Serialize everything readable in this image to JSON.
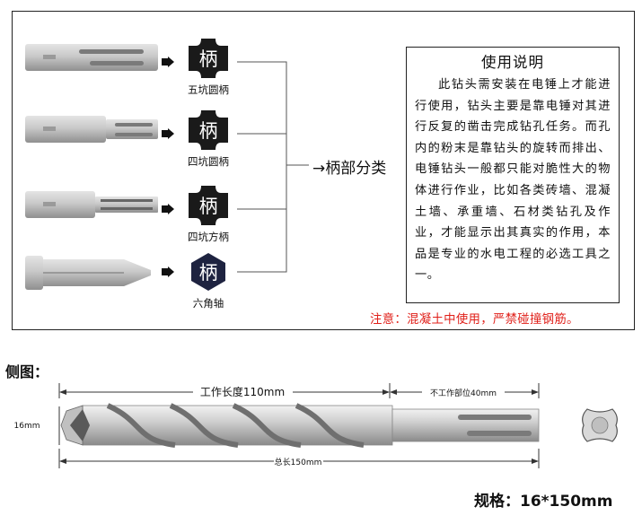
{
  "shank_types": [
    {
      "badge_char": "柄",
      "label": "五坑圆柄"
    },
    {
      "badge_char": "柄",
      "label": "四坑圆柄"
    },
    {
      "badge_char": "柄",
      "label": "四坑方柄"
    },
    {
      "badge_char": "柄",
      "label": "六角轴"
    }
  ],
  "category_label": "→柄部分类",
  "instructions": {
    "title": "使用说明",
    "body": "此钻头需安装在电锤上才能进行使用，钻头主要是靠电锤对其进行反复的凿击完成钻孔任务。而孔内的粉末是靠钻头的旋转而排出、电锤钻头一般都只能对脆性大的物体进行作业，比如各类砖墙、混凝土墙、承重墙、石材类钻孔及作业，才能显示出其真实的作用，本品是专业的水电工程的必选工具之一。"
  },
  "warning": "注意：混凝土中使用，严禁碰撞钢筋。",
  "side_view": {
    "title": "侧图：",
    "working_length": "工作长度110mm",
    "non_working": "不工作部位40mm",
    "diameter": "16mm",
    "total_length": "总长150mm"
  },
  "spec": "规格：16*150mm",
  "colors": {
    "warning": "#e0201a",
    "badge_dark": "#1a1a1a",
    "badge_navy": "#1e2340",
    "steel": "#b9b9b9"
  }
}
